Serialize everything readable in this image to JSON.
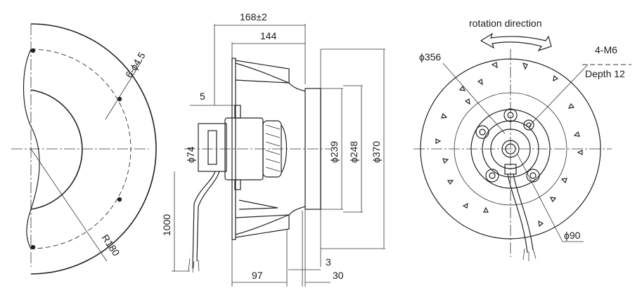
{
  "side_view": {
    "hole_label": "6-ϕ4.5",
    "radius_label": "R180"
  },
  "section_view": {
    "overall_width": "168±2",
    "impeller_width": "144",
    "flange_thickness": "5",
    "motor_diameter": "ϕ74",
    "cable_length": "1000",
    "inlet_diameter": "ϕ239",
    "outlet_diameter": "ϕ248",
    "outer_diameter": "ϕ370",
    "offset_97": "97",
    "offset_3": "3",
    "offset_30": "30"
  },
  "front_view": {
    "rotation_label": "rotation direction",
    "thread_label": "4-M6",
    "depth_label": "Depth 12",
    "pcd_356": "ϕ356",
    "pcd_90": "ϕ90"
  }
}
